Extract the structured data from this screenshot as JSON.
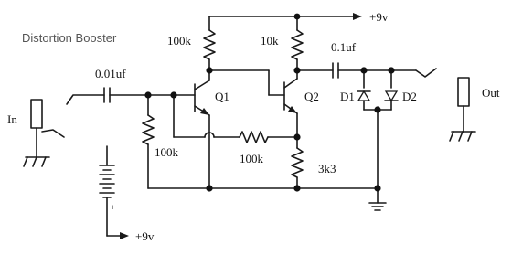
{
  "title": "Distortion Booster",
  "labels": {
    "supply_top": "+9v",
    "r_collector_q1": "100k",
    "r_collector_q2": "10k",
    "c_output": "0.1uf",
    "c_input": "0.01uf",
    "q1": "Q1",
    "q2": "Q2",
    "d1": "D1",
    "d2": "D2",
    "input": "In",
    "output": "Out",
    "r_bias": "100k",
    "r_feedback": "100k",
    "r_emitter": "3k3",
    "battery_supply": "+9v",
    "battery_plus": "+"
  },
  "colors": {
    "ink": "#1a1a1a",
    "title": "#555555"
  }
}
